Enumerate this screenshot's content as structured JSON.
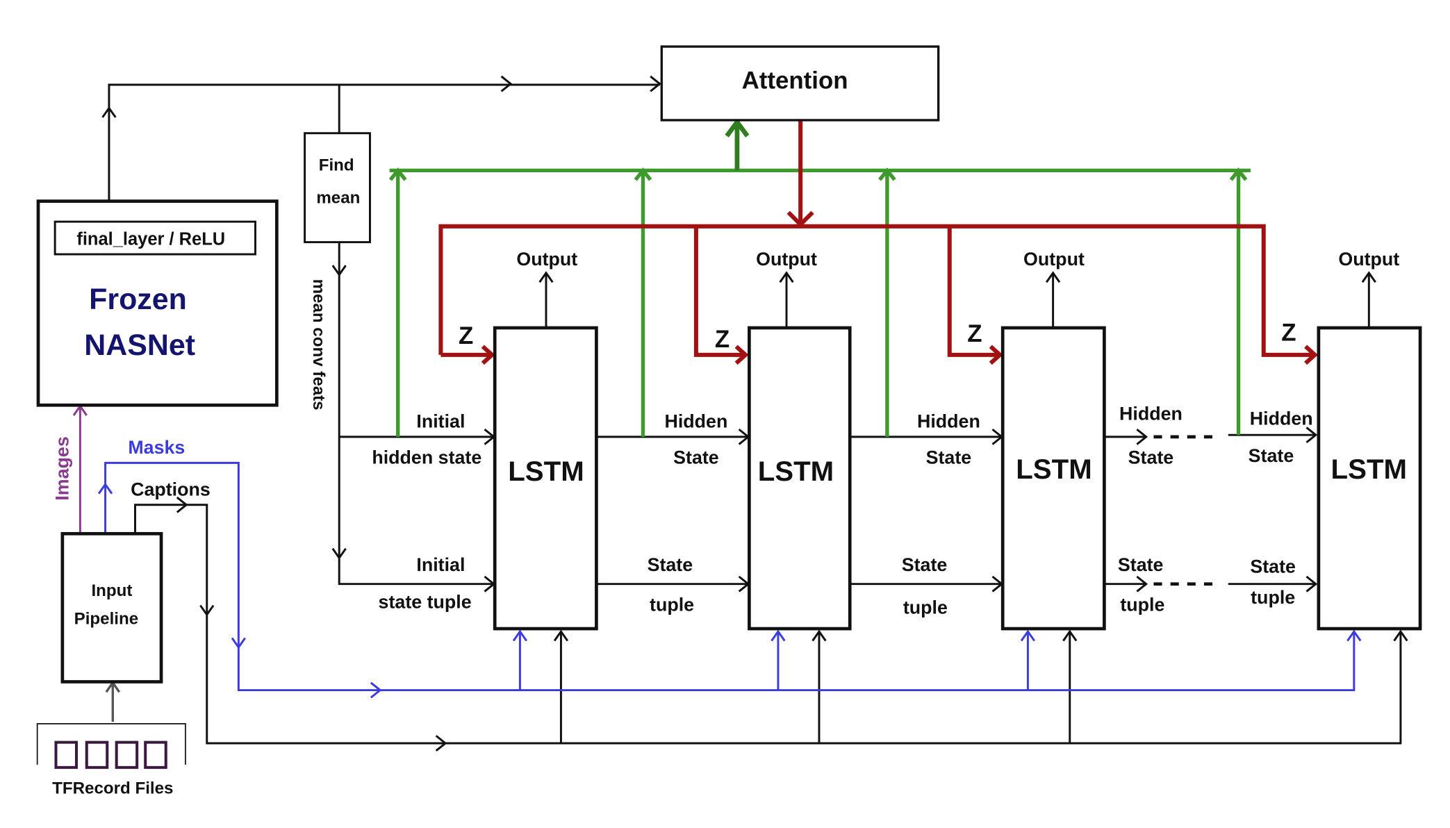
{
  "colors": {
    "black": "#111111",
    "green": "#3e9a2c",
    "dark_green": "#2f7d1f",
    "red": "#a31212",
    "blue": "#3b3be0",
    "purple": "#8a3a91",
    "navy": "#14146e",
    "gray": "#555555",
    "tfrecord": "#3a1840"
  },
  "nodes": {
    "attention": "Attention",
    "find_mean_line1": "Find",
    "find_mean_line2": "mean",
    "final_layer": "final_layer / ReLU",
    "frozen": "Frozen",
    "nasnet": "NASNet",
    "input_line1": "Input",
    "input_line2": "Pipeline",
    "tfrecord_files": "TFRecord Files",
    "lstm": [
      "LSTM",
      "LSTM",
      "LSTM",
      "LSTM"
    ]
  },
  "labels": {
    "output": [
      "Output",
      "Output",
      "Output",
      "Output"
    ],
    "z": [
      "Z",
      "Z",
      "Z",
      "Z"
    ],
    "mean_conv_feats": "mean conv feats",
    "images": "Images",
    "masks": "Masks",
    "captions": "Captions",
    "initial_hidden_1": "Initial",
    "initial_hidden_2": "hidden state",
    "initial_state_1": "Initial",
    "initial_state_2": "state tuple",
    "hidden_labels": [
      "Hidden",
      "Hidden",
      "Hidden",
      "Hidden"
    ],
    "state_labels_hidden": [
      "State",
      "State",
      "State",
      "State"
    ],
    "state_labels_tuple": [
      "State",
      "State",
      "State",
      "State"
    ],
    "tuple_labels": [
      "tuple",
      "tuple",
      "tuple",
      "tuple"
    ]
  }
}
